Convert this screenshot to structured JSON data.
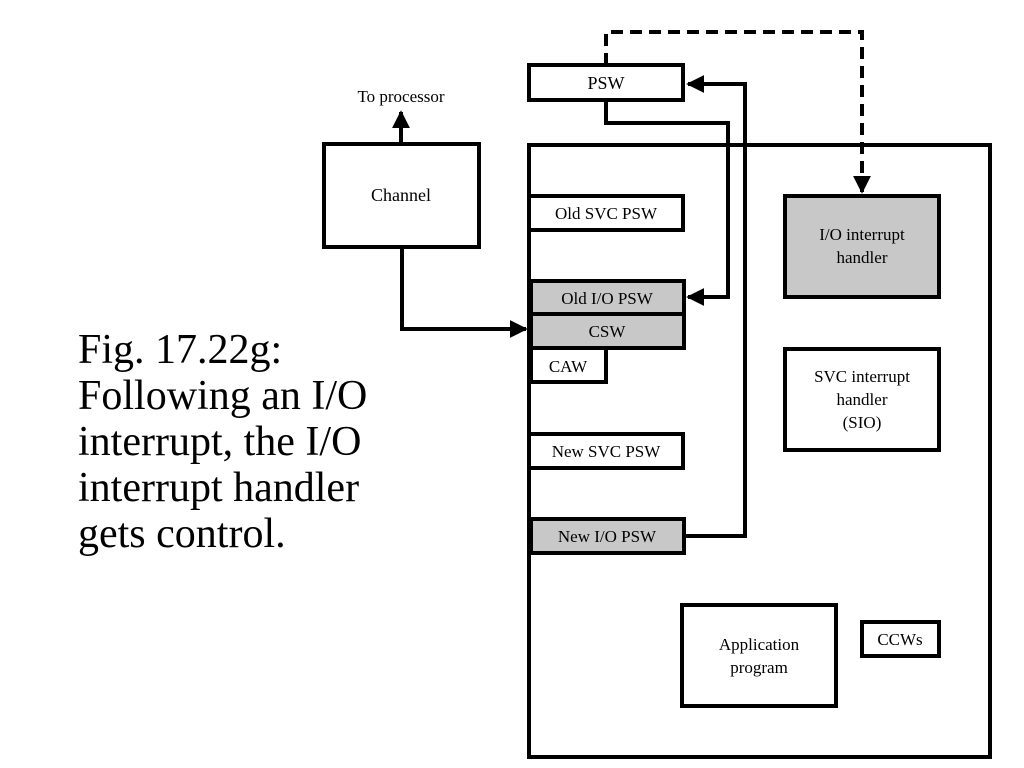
{
  "caption": {
    "lines": [
      "Fig. 17.22g:",
      "Following an I/O",
      "interrupt, the I/O",
      "interrupt handler",
      "gets control."
    ]
  },
  "labels": {
    "to_processor": "To processor",
    "channel": "Channel",
    "psw": "PSW",
    "old_svc_psw": "Old SVC PSW",
    "old_io_psw": "Old I/O PSW",
    "csw": "CSW",
    "caw": "CAW",
    "new_svc_psw": "New SVC PSW",
    "new_io_psw": "New I/O PSW",
    "io_handler": [
      "I/O interrupt",
      "handler"
    ],
    "svc_handler": [
      "SVC interrupt",
      "handler",
      "(SIO)"
    ],
    "application": [
      "Application",
      "program"
    ],
    "ccws": "CCWs"
  },
  "colors": {
    "highlight": "#c8c8c8",
    "stroke": "#000000",
    "background": "#ffffff"
  }
}
